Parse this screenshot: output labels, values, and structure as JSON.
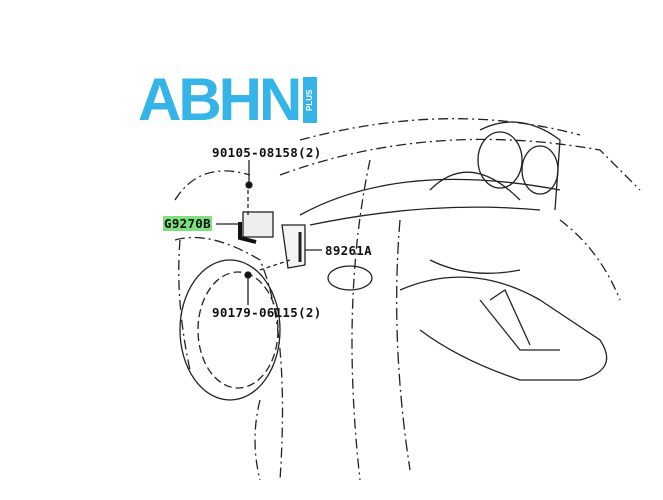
{
  "logo": {
    "main": "ABHN",
    "sub": "PLUS",
    "color": "#35b4e8"
  },
  "callouts": {
    "top_bolt": "90105-08158(2)",
    "bracket": "G9270B",
    "ecu": "89261A",
    "bottom_bolt": "90179-06115(2)"
  },
  "highlight_color": "#7ee07e"
}
